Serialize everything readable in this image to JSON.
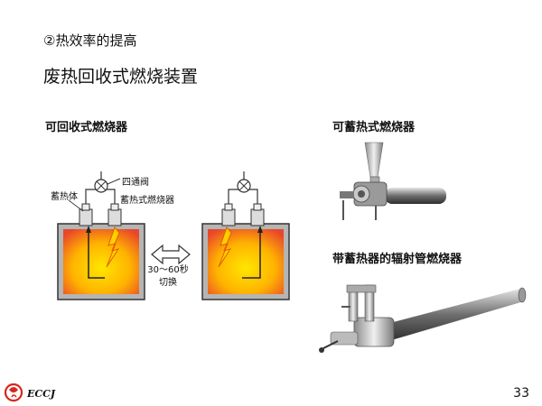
{
  "slide": {
    "section_heading": "②热效率的提高",
    "title": "废热回收式燃烧装置",
    "page_number": "33"
  },
  "left_panel": {
    "heading": "可回收式燃烧器",
    "labels": {
      "regenerator": "蓄热体",
      "four_way_valve": "四通阀",
      "regenerative_burner": "蓄热式燃烧器"
    },
    "switch_label_line1": "30～60秒",
    "switch_label_line2": "切换"
  },
  "right_panel": {
    "heading_top": "可蓄热式燃烧器",
    "heading_bottom": "带蓄热器的辐射管燃烧器"
  },
  "footer": {
    "org_name": "ECCJ"
  },
  "colors": {
    "furnace_hot": "#f4b400",
    "furnace_edge": "#e8472a",
    "logo_red": "#d7261e"
  }
}
